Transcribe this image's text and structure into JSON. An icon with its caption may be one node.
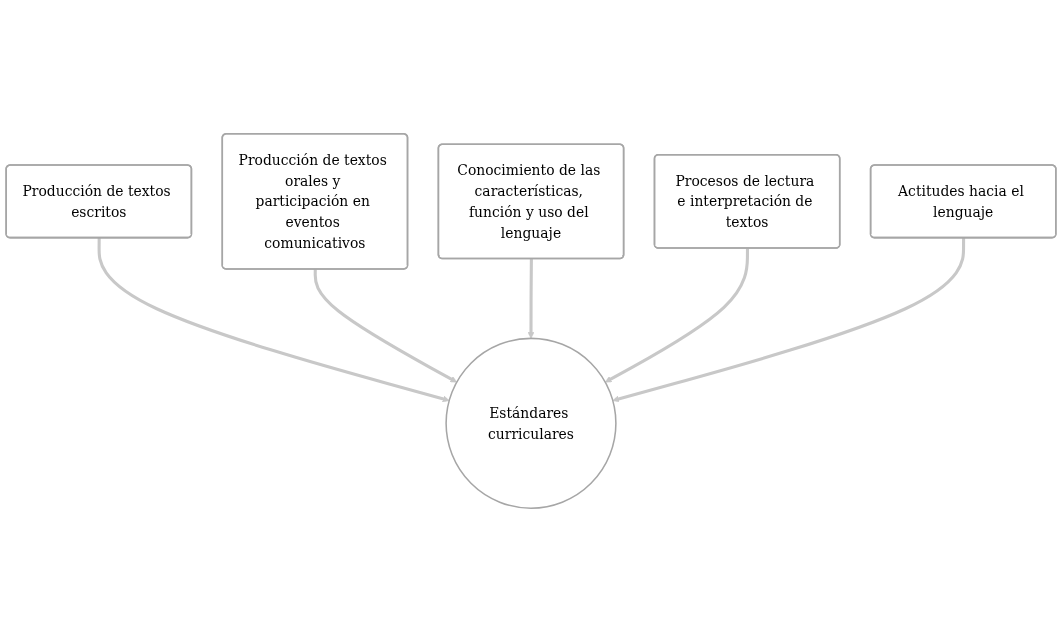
{
  "diagram": {
    "nodes": [
      {
        "text": [
          "Producción de textos orales y participación en eventos comunicativos"
        ]
      },
      {
        "text": [
          "Producción de textos escritos"
        ]
      },
      {
        "text": [
          "Conocimiento de las características, función y uso del lenguaje"
        ]
      },
      {
        "text": [
          "Procesos de lectura e interpretación de textos"
        ]
      },
      {
        "text": [
          "Estándares curriculares"
        ]
      },
      {
        "text": [
          "Actitudes hacia el lenguaje"
        ]
      }
    ],
    "edges": [
      {
        "from": 1,
        "to": 4,
        "arrow": "to"
      },
      {
        "from": 0,
        "to": 4,
        "arrow": "to"
      },
      {
        "from": 2,
        "to": 4,
        "arrow": "to"
      },
      {
        "from": 3,
        "to": 4,
        "arrow": "to"
      },
      {
        "from": 5,
        "to": 4,
        "arrow": "to"
      }
    ]
  }
}
